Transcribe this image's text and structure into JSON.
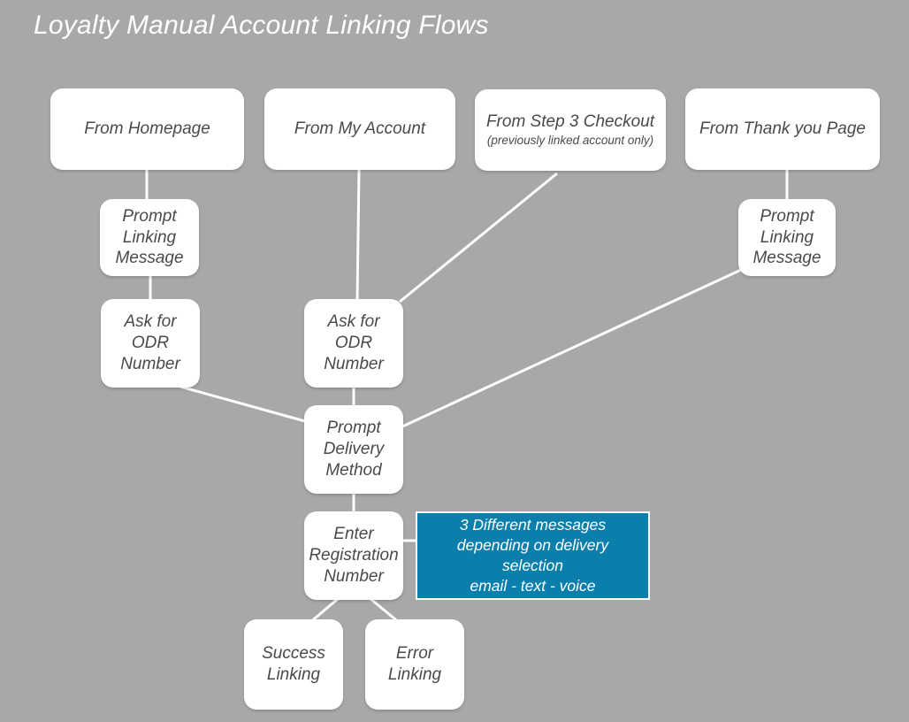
{
  "diagram": {
    "title": "Loyalty Manual Account Linking Flows",
    "background_color": "#a8a8a8",
    "node_fill_color": "#ffffff",
    "node_text_color": "#4a4a4a",
    "connector_color": "#ffffff",
    "callout_color": "#0b7fac",
    "type": "flowchart"
  },
  "nodes": {
    "from_homepage": {
      "label": "From Homepage"
    },
    "from_my_account": {
      "label": "From My Account"
    },
    "from_step3_checkout": {
      "label": "From Step 3 Checkout",
      "sublabel": "(previously linked account only)"
    },
    "from_thank_you_page": {
      "label": "From Thank you Page"
    },
    "prompt_linking_message_left": {
      "line1": "Prompt",
      "line2": "Linking",
      "line3": "Message"
    },
    "prompt_linking_message_right": {
      "line1": "Prompt",
      "line2": "Linking",
      "line3": "Message"
    },
    "ask_odr_left": {
      "line1": "Ask for",
      "line2": "ODR",
      "line3": "Number"
    },
    "ask_odr_center": {
      "line1": "Ask for",
      "line2": "ODR",
      "line3": "Number"
    },
    "prompt_delivery_method": {
      "line1": "Prompt",
      "line2": "Delivery",
      "line3": "Method"
    },
    "enter_registration_number": {
      "line1": "Enter",
      "line2": "Registration",
      "line3": "Number"
    },
    "success_linking": {
      "line1": "Success",
      "line2": "Linking"
    },
    "error_linking": {
      "line1": "Error",
      "line2": "Linking"
    }
  },
  "callout": {
    "line1": "3 Different messages",
    "line2": "depending on delivery selection",
    "line3": "email - text - voice"
  }
}
